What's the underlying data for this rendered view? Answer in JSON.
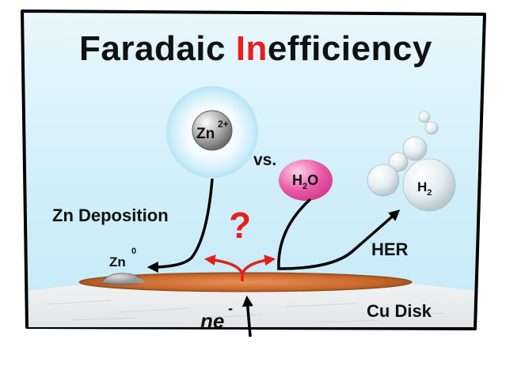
{
  "title": {
    "part1": "Faradaic ",
    "highlight": "In",
    "part2": "efficiency"
  },
  "labels": {
    "zn2": "Zn",
    "zn2_charge": "2+",
    "vs": "vs.",
    "h2o_h": "H",
    "h2o_sub": "2",
    "h2o_o": "O",
    "h2": "H",
    "h2_sub": "2",
    "zn_deposition": "Zn Deposition",
    "zn0": "Zn",
    "zn0_sup": "0",
    "question": "?",
    "her": "HER",
    "ne": "ne",
    "ne_sup": "-",
    "cu_disk": "Cu Disk"
  },
  "colors": {
    "highlight": "#e8201c",
    "question": "#e8201c",
    "background_top": "#ffffff",
    "background_bottom": "#cfeef9",
    "electrode": "#c8662a",
    "h2o_bubble": "#e6479a",
    "arrow_black": "#000000",
    "arrow_red": "#e0201a"
  }
}
